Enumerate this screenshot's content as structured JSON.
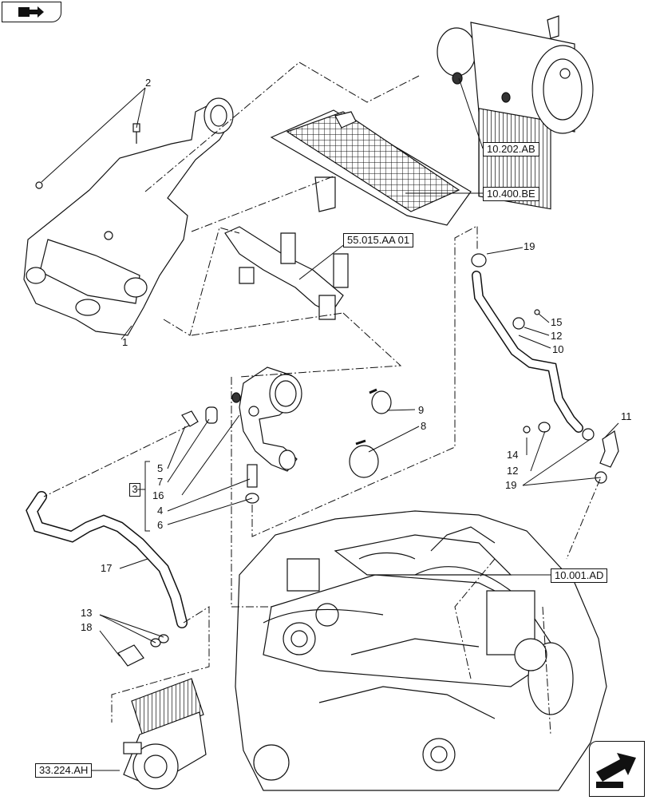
{
  "nav": {
    "top_icon": "book-arrow-icon",
    "bottom_icon": "next-page-arrow-icon"
  },
  "refs": {
    "r_10202AB": "10.202.AB",
    "r_10400BE": "10.400.BE",
    "r_55015AA01": "55.015.AA 01",
    "r_10001AD": "10.001.AD",
    "r_33224AH": "33.224.AH"
  },
  "group": "3",
  "parts": {
    "p1": "1",
    "p2": "2",
    "p19a": "19",
    "p15": "15",
    "p12a": "12",
    "p10": "10",
    "p9": "9",
    "p8": "8",
    "p11": "11",
    "p5": "5",
    "p7": "7",
    "p16": "16",
    "p4": "4",
    "p6": "6",
    "p14": "14",
    "p12b": "12",
    "p19b": "19",
    "p17": "17",
    "p13": "13",
    "p18": "18"
  }
}
